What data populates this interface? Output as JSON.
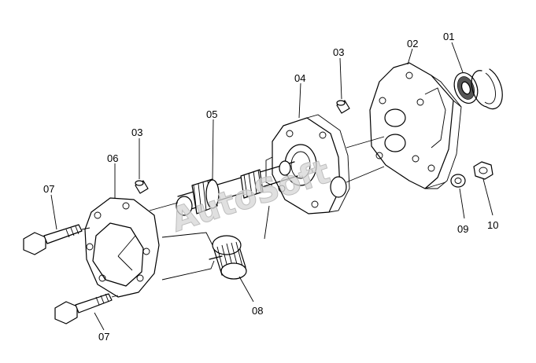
{
  "diagram": {
    "watermark": "AutoSoft",
    "callouts": [
      {
        "id": "c01",
        "label": "01"
      },
      {
        "id": "c02",
        "label": "02"
      },
      {
        "id": "c03a",
        "label": "03"
      },
      {
        "id": "c03b",
        "label": "03"
      },
      {
        "id": "c04",
        "label": "04"
      },
      {
        "id": "c05",
        "label": "05"
      },
      {
        "id": "c06",
        "label": "06"
      },
      {
        "id": "c07a",
        "label": "07"
      },
      {
        "id": "c07b",
        "label": "07"
      },
      {
        "id": "c08",
        "label": "08"
      },
      {
        "id": "c09",
        "label": "09"
      },
      {
        "id": "c10",
        "label": "10"
      }
    ]
  }
}
